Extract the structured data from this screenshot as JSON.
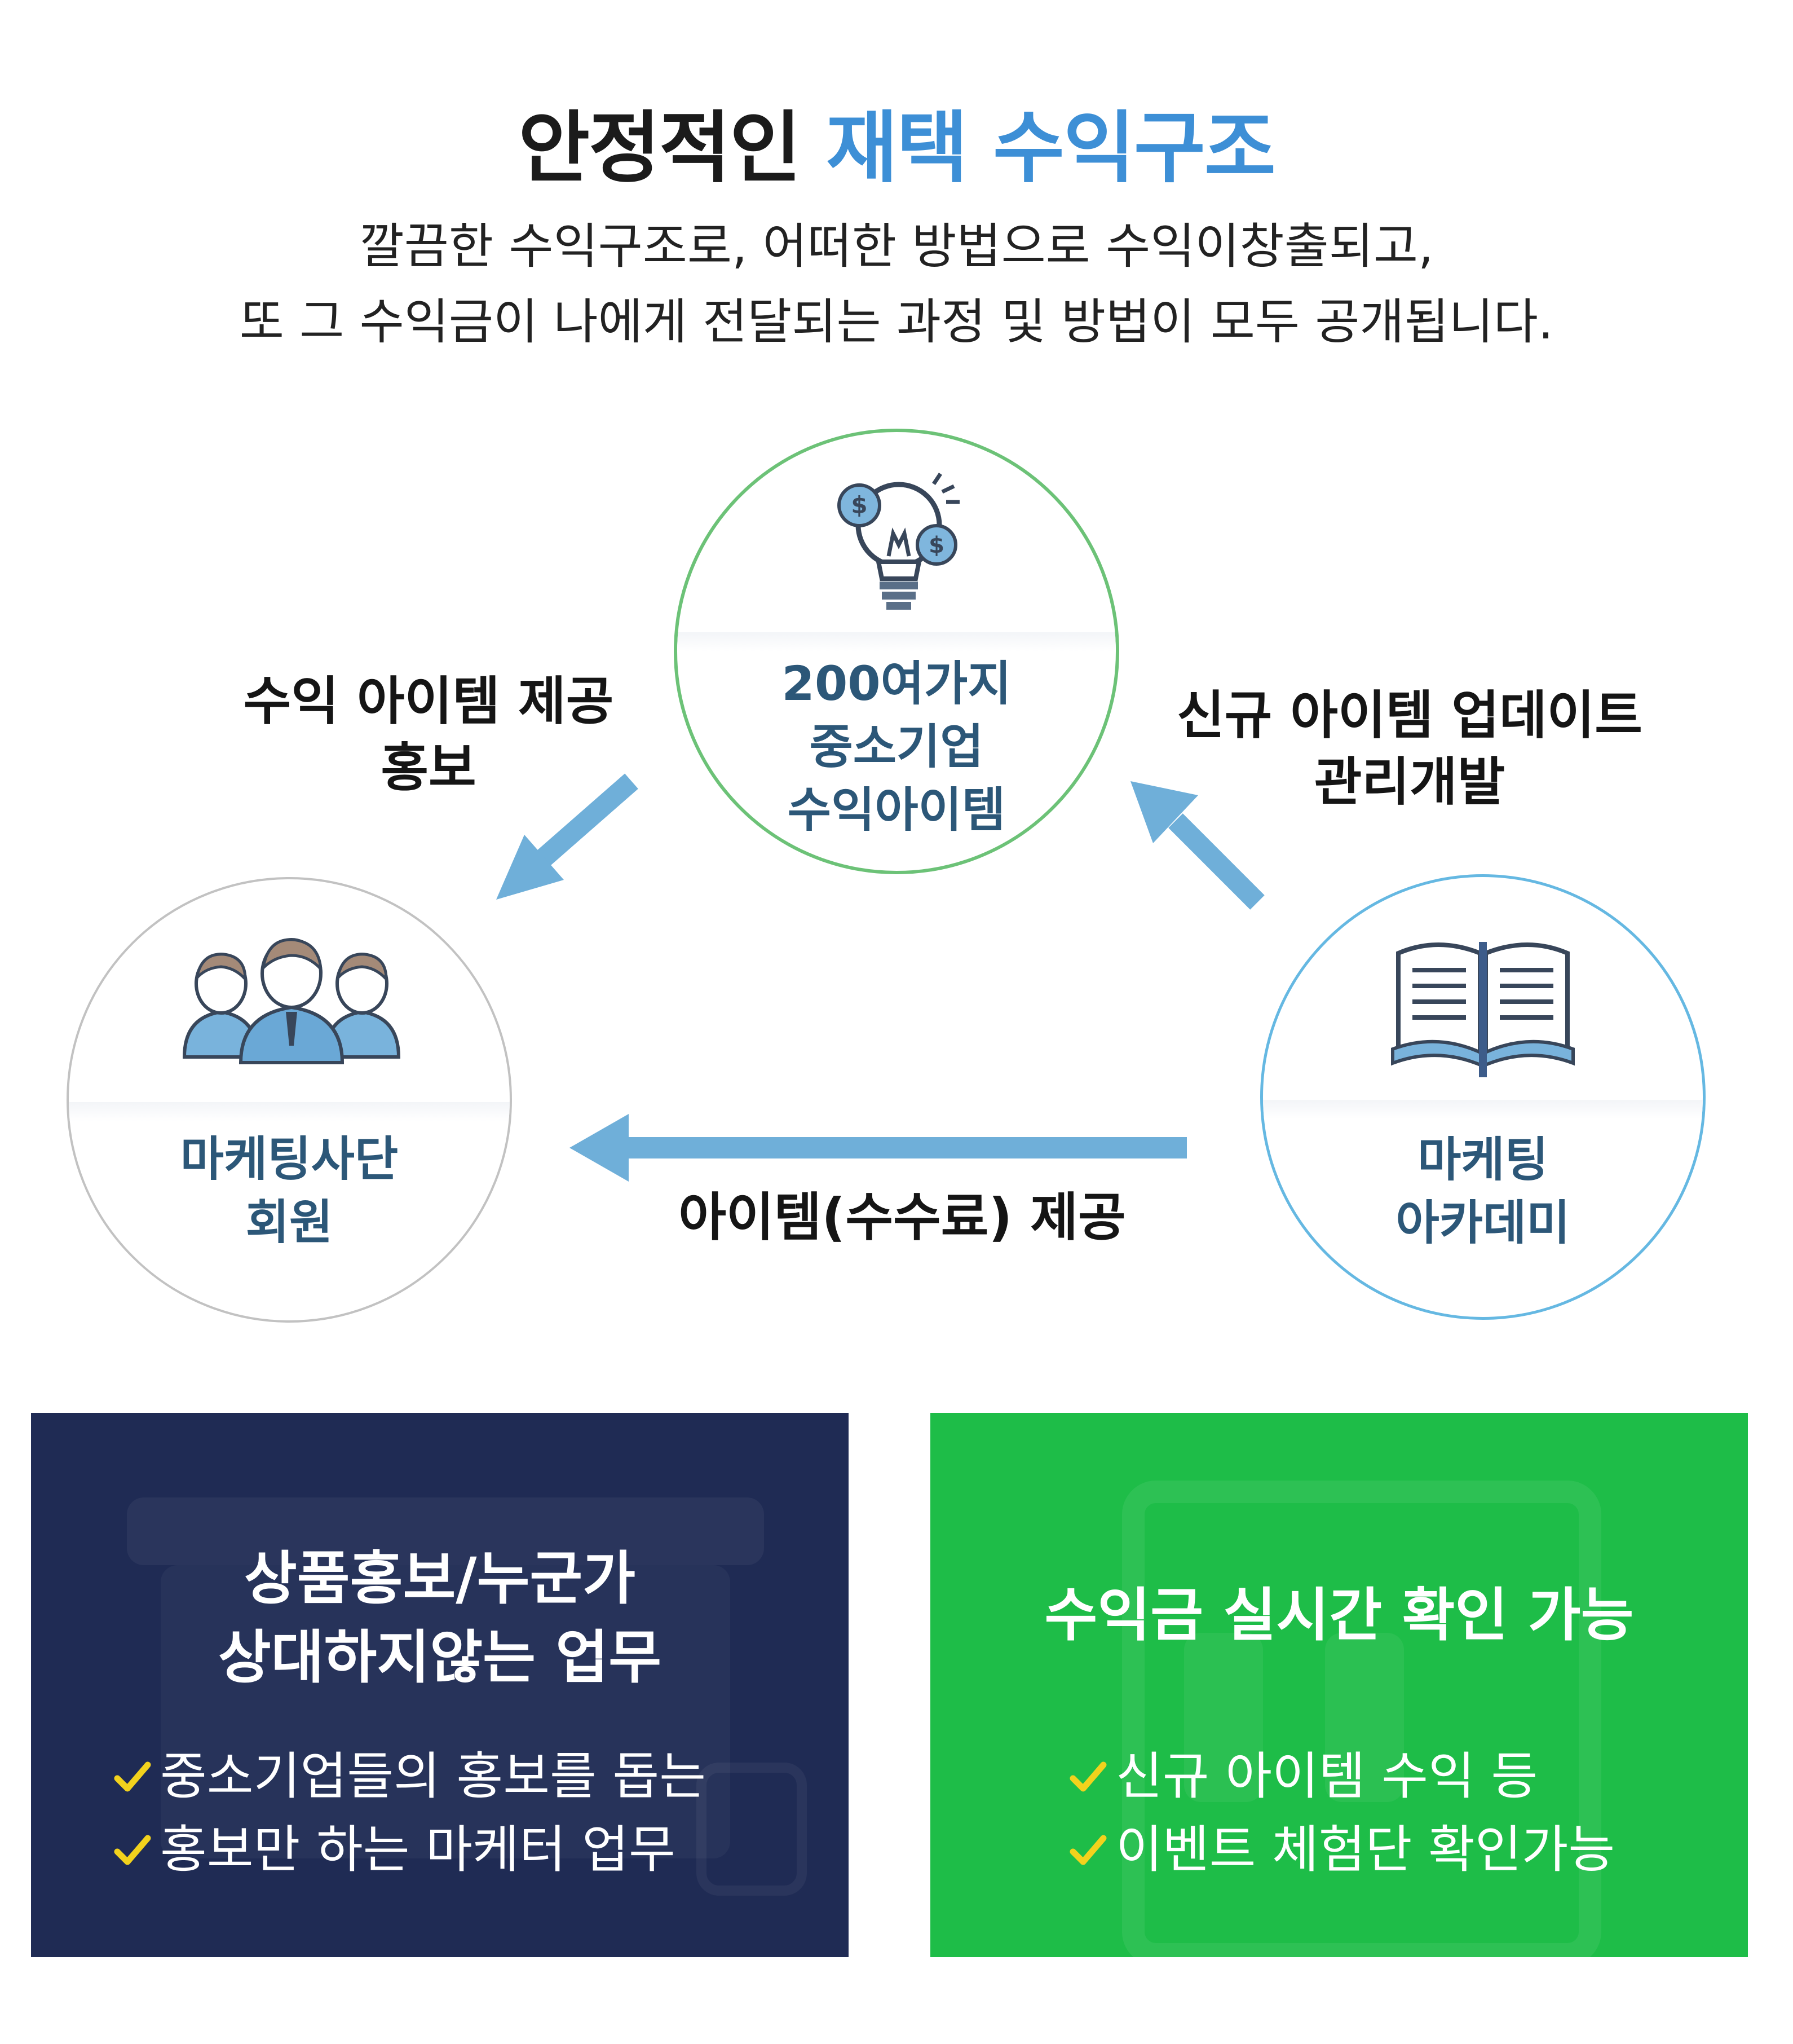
{
  "header": {
    "title_main": "안정적인",
    "title_highlight": "재택 수익구조",
    "subtitle_line1": "깔끔한 수익구조로, 어떠한 방법으로 수익이창출되고,",
    "subtitle_line2": "또 그 수익금이 나에게 전달되는 과정 및 방법이 모두 공개됩니다."
  },
  "diagram": {
    "top_node": {
      "line1": "200여가지",
      "line2": "중소기업",
      "line3": "수익아이템",
      "icon": "lightbulb-money-icon"
    },
    "left_node": {
      "line1": "마케팅사단",
      "line2": "회원",
      "icon": "people-icon"
    },
    "right_node": {
      "line1": "마케팅",
      "line2": "아카데미",
      "icon": "open-book-icon"
    },
    "edge_top_left": {
      "line1": "수익 아이템 제공",
      "line2": "홍보"
    },
    "edge_right_top": {
      "line1": "신규 아이템 업데이트",
      "line2": "관리개발"
    },
    "edge_right_left": {
      "line1": "아이템(수수료) 제공"
    },
    "colors": {
      "arrow": "#6fafd9",
      "top_border": "#6cc277",
      "right_border": "#65b8e2",
      "left_border": "#c2c2c2"
    }
  },
  "panels": {
    "left": {
      "title_line1": "상품홍보/누군가",
      "title_line2": "상대하지않는 업무",
      "bullets": [
        "중소기업들의 홍보를 돕는",
        "홍보만 하는 마케터 업무"
      ],
      "color": "#1f2b54"
    },
    "right": {
      "title_line1": "수익금 실시간 확인 가능",
      "bullets": [
        "신규 아이템 수익 등",
        "이벤트 체험단 확인가능"
      ],
      "color": "#1ebd48"
    },
    "check_color": "#f2d21d"
  }
}
